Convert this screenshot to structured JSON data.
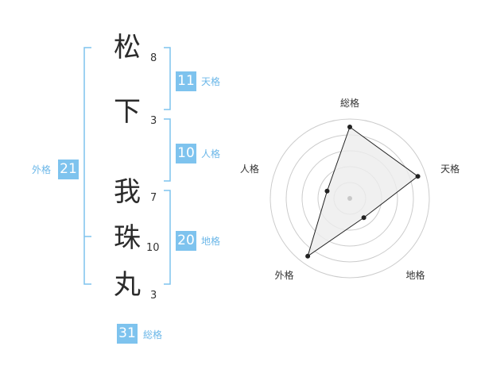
{
  "name": [
    {
      "char": "松",
      "strokes": "8"
    },
    {
      "char": "下",
      "strokes": "3"
    },
    {
      "char": "我",
      "strokes": "7"
    },
    {
      "char": "珠",
      "strokes": "10"
    },
    {
      "char": "丸",
      "strokes": "3"
    }
  ],
  "groups": {
    "tenkaku": {
      "value": "11",
      "label": "天格"
    },
    "jinkaku": {
      "value": "10",
      "label": "人格"
    },
    "chikaku": {
      "value": "20",
      "label": "地格"
    },
    "gaikaku": {
      "value": "21",
      "label": "外格"
    },
    "soukaku": {
      "value": "31",
      "label": "総格"
    }
  },
  "colors": {
    "accent": "#7ec3ee",
    "bracket": "#7ec3ee",
    "ring": "#cccccc",
    "fill": "#ececec"
  },
  "chart_data": {
    "type": "radar",
    "axes": [
      "総格",
      "天格",
      "地格",
      "外格",
      "人格"
    ],
    "values": [
      0.9,
      0.9,
      0.3,
      0.9,
      0.3
    ],
    "range": [
      0,
      1
    ],
    "rings": 5
  }
}
